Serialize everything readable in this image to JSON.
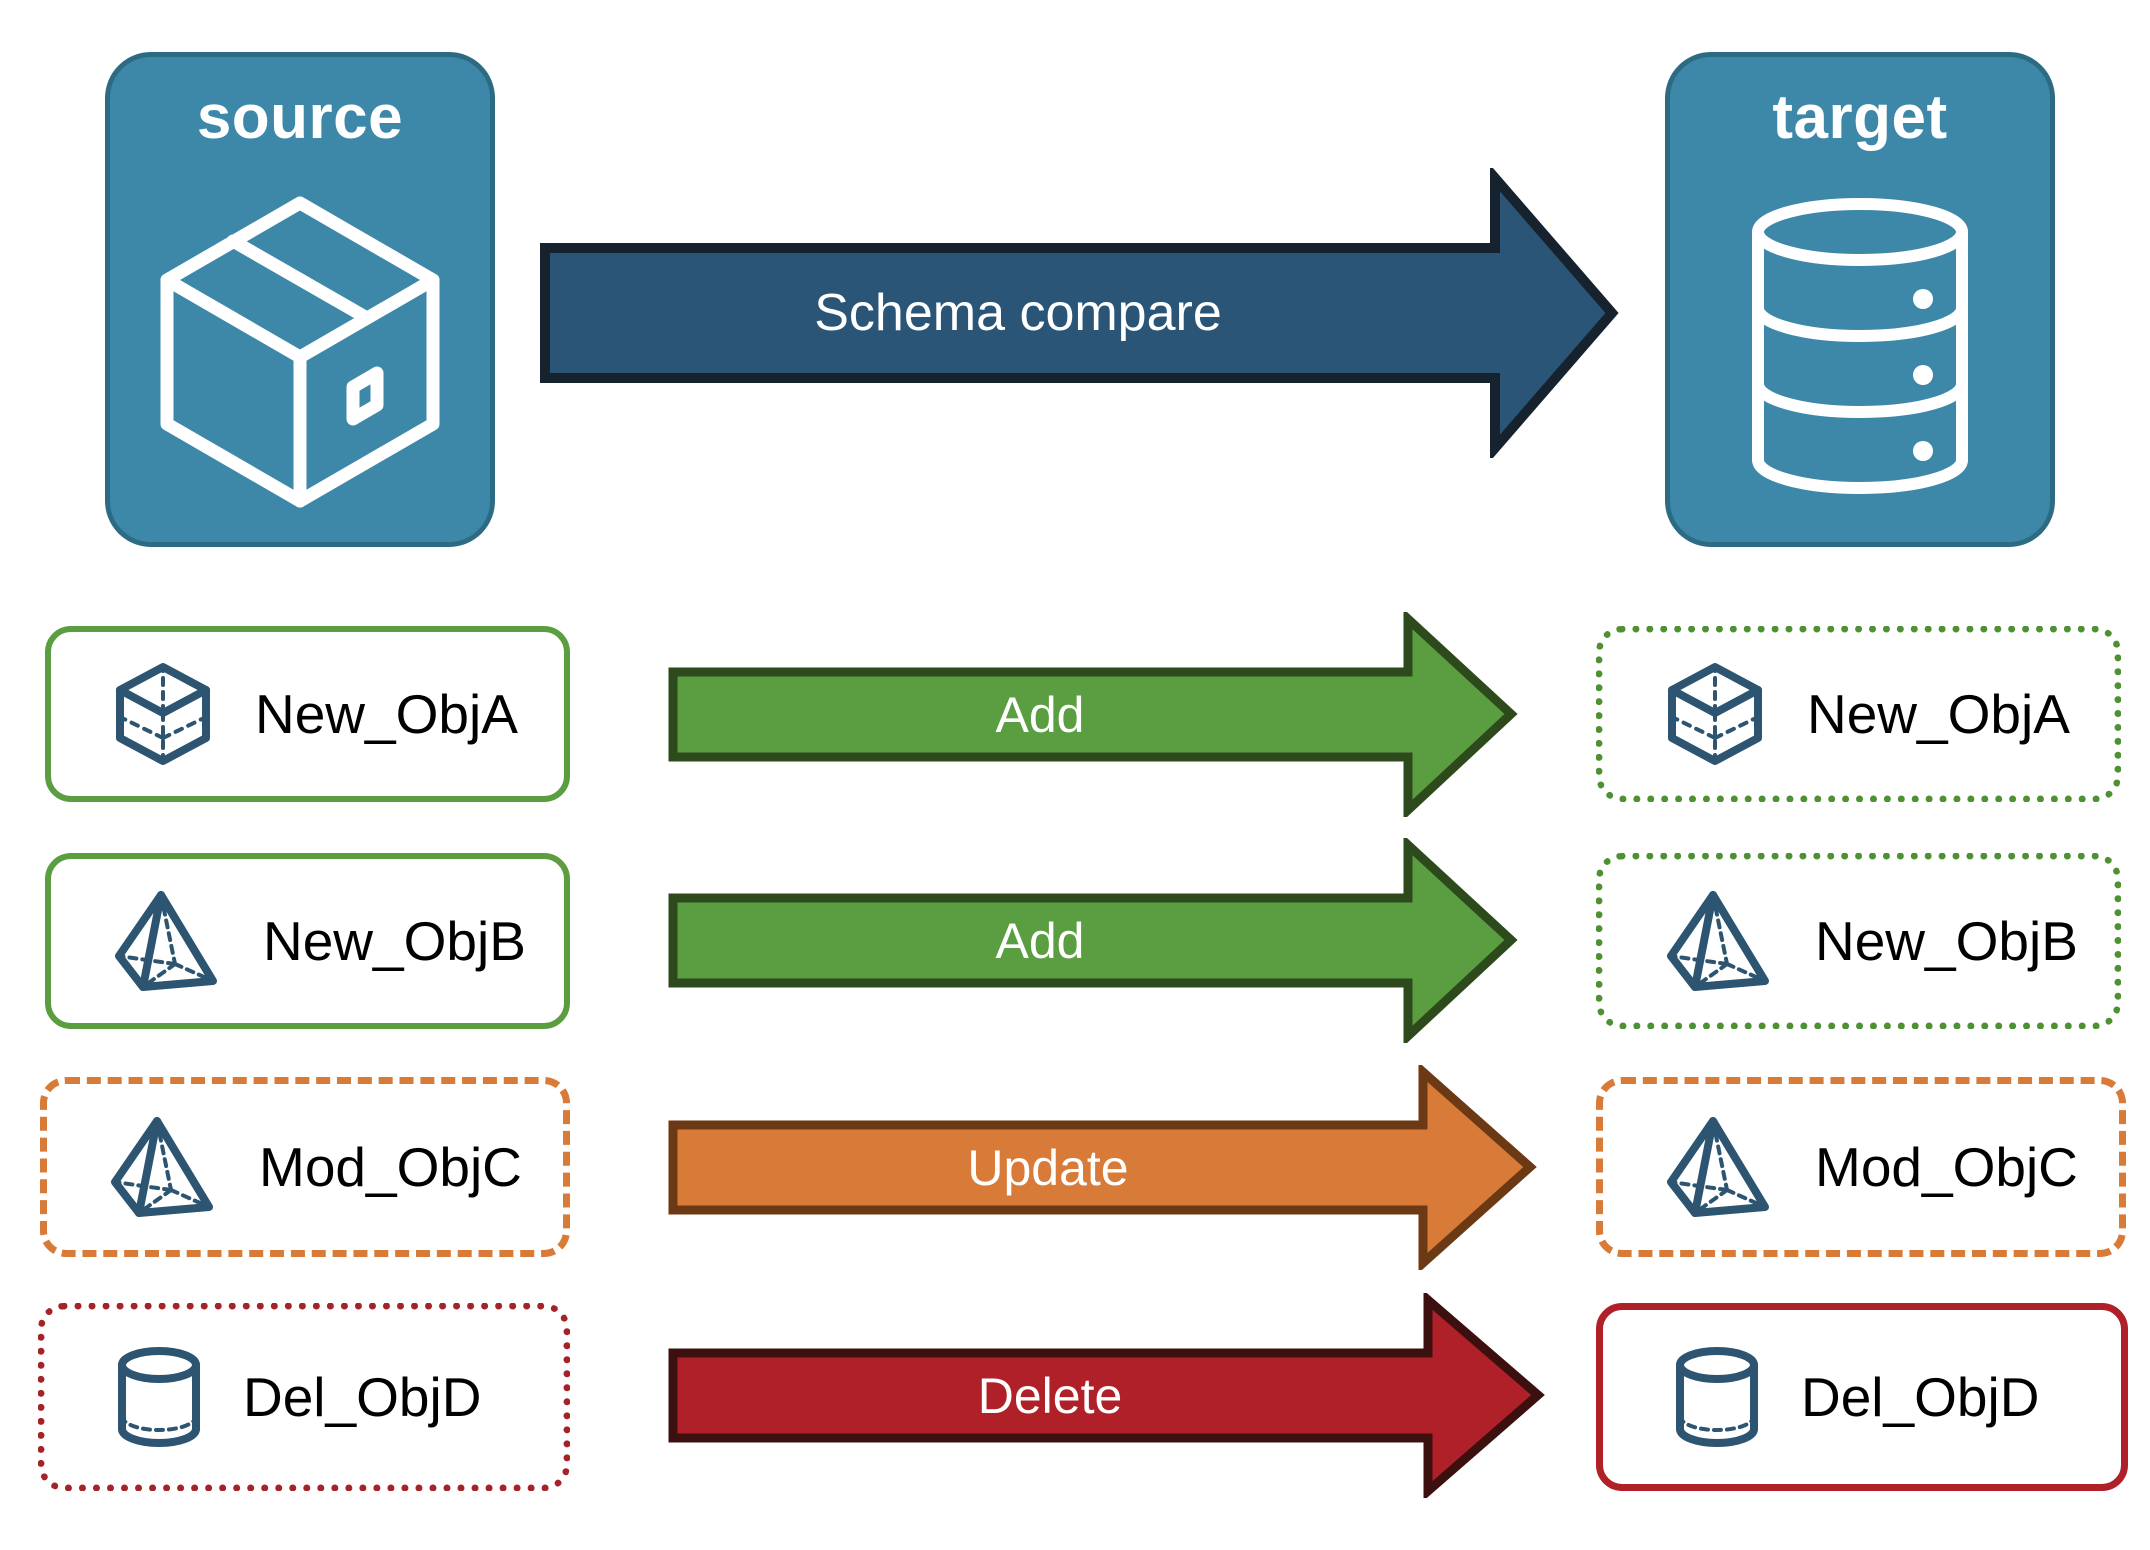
{
  "diagram": {
    "title": "Schema compare between source and target",
    "background": "#ffffff"
  },
  "endpoints": [
    {
      "id": "source",
      "label": "source",
      "icon": "package-cube-icon",
      "fill": "#3d88a8",
      "stroke": "#2d6b85",
      "text_color": "#ffffff"
    },
    {
      "id": "target",
      "label": "target",
      "icon": "database-cylinder-icon",
      "fill": "#3d88a8",
      "stroke": "#2d6b85",
      "text_color": "#ffffff"
    }
  ],
  "main_arrow": {
    "label": "Schema compare",
    "fill": "#2a5577",
    "stroke": "#16222e",
    "text_color": "#ffffff"
  },
  "rows": [
    {
      "action": "Add",
      "arrow_fill": "#5b9e42",
      "arrow_stroke": "#2d4a1c",
      "arrow_text_color": "#ffffff",
      "source": {
        "label": "New_ObjA",
        "icon": "wireframe-cube-icon",
        "border_style": "solid",
        "border_color": "#5b9e42"
      },
      "target": {
        "label": "New_ObjA",
        "icon": "wireframe-cube-icon",
        "border_style": "dotted",
        "border_color": "#4e9133"
      }
    },
    {
      "action": "Add",
      "arrow_fill": "#5b9e42",
      "arrow_stroke": "#2d4a1c",
      "arrow_text_color": "#ffffff",
      "source": {
        "label": "New_ObjB",
        "icon": "wireframe-pyramid-icon",
        "border_style": "solid",
        "border_color": "#5b9e42"
      },
      "target": {
        "label": "New_ObjB",
        "icon": "wireframe-pyramid-icon",
        "border_style": "dotted",
        "border_color": "#4e9133"
      }
    },
    {
      "action": "Update",
      "arrow_fill": "#d97b38",
      "arrow_stroke": "#6b3a14",
      "arrow_text_color": "#ffffff",
      "source": {
        "label": "Mod_ObjC",
        "icon": "wireframe-pyramid-icon",
        "border_style": "dashed",
        "border_color": "#d97b38"
      },
      "target": {
        "label": "Mod_ObjC",
        "icon": "wireframe-pyramid-icon",
        "border_style": "dashed",
        "border_color": "#d97b38"
      }
    },
    {
      "action": "Delete",
      "arrow_fill": "#b02028",
      "arrow_stroke": "#3d1010",
      "arrow_text_color": "#ffffff",
      "source": {
        "label": "Del_ObjD",
        "icon": "wireframe-cylinder-icon",
        "border_style": "dotted",
        "border_color": "#a52229"
      },
      "target": {
        "label": "Del_ObjD",
        "icon": "wireframe-cylinder-icon",
        "border_style": "solid",
        "border_color": "#b02028"
      }
    }
  ],
  "icon_color": "#2d5572"
}
